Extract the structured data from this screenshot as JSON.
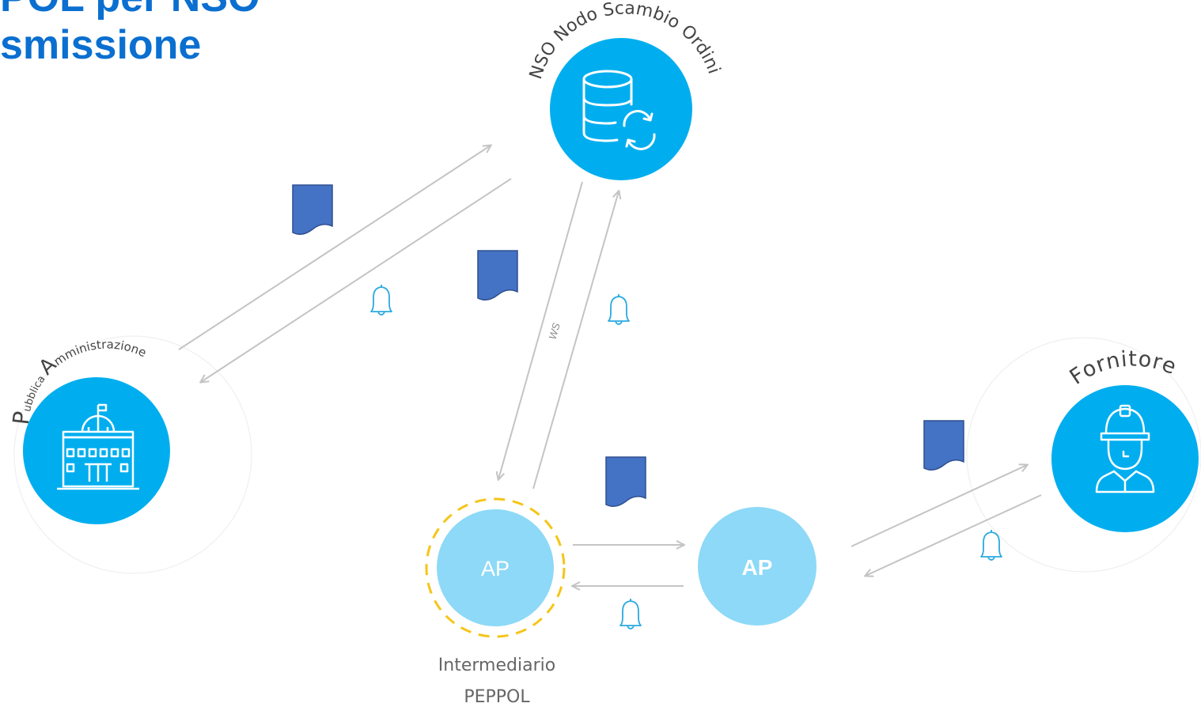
{
  "title": {
    "line1": "POL per NSO",
    "line2": "smissione"
  },
  "nodes": {
    "nso": {
      "label": "NSO Nodo Scambio Ordini",
      "icon": "database-sync-icon"
    },
    "pa": {
      "label_big_p": "P",
      "label_small_1": "ubblica ",
      "label_big_a": "A",
      "label_small_2": "mministrazione",
      "icon": "government-building-icon"
    },
    "fornitore": {
      "label": "Fornitore",
      "icon": "construction-worker-icon"
    },
    "ap_left": {
      "label": "AP"
    },
    "ap_right": {
      "label": "AP"
    },
    "intermediario": {
      "line1": "Intermediario",
      "line2": "PEPPOL"
    }
  },
  "edges": {
    "ws_label": "WS"
  },
  "colors": {
    "primary_circle": "#00aeef",
    "ap_circle": "#8dd9f7",
    "document": "#4472c4",
    "bell": "#29a9e0",
    "arrow": "#c4c4c4",
    "dashed_ring": "#f5c518",
    "title": "#0a6fd0"
  }
}
